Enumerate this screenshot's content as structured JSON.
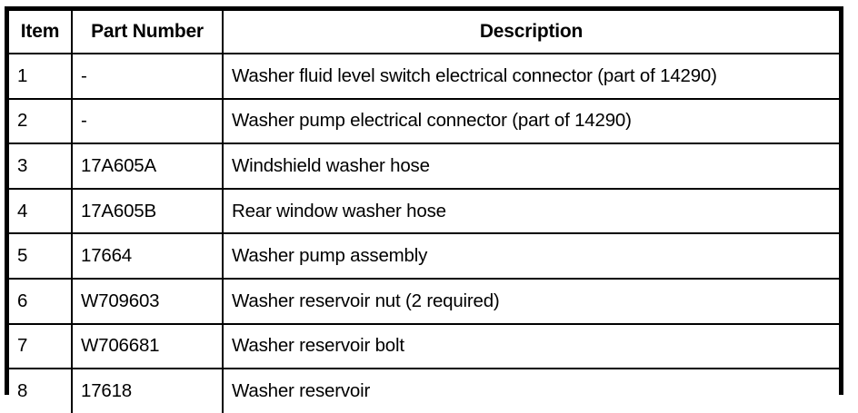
{
  "table": {
    "columns": [
      {
        "key": "item",
        "label": "Item",
        "align": "center"
      },
      {
        "key": "part_number",
        "label": "Part Number",
        "align": "center"
      },
      {
        "key": "description",
        "label": "Description",
        "align": "center"
      }
    ],
    "rows": [
      {
        "item": "1",
        "part_number": "-",
        "description": "Washer fluid level switch electrical connector (part of 14290)"
      },
      {
        "item": "2",
        "part_number": "-",
        "description": "Washer pump electrical connector (part of 14290)"
      },
      {
        "item": "3",
        "part_number": "17A605A",
        "description": "Windshield washer hose"
      },
      {
        "item": "4",
        "part_number": "17A605B",
        "description": "Rear window washer hose"
      },
      {
        "item": "5",
        "part_number": "17664",
        "description": "Washer pump assembly"
      },
      {
        "item": "6",
        "part_number": "W709603",
        "description": "Washer reservoir nut (2 required)"
      },
      {
        "item": "7",
        "part_number": "W706681",
        "description": "Washer reservoir bolt"
      },
      {
        "item": "8",
        "part_number": "17618",
        "description": "Washer reservoir"
      }
    ]
  },
  "colors": {
    "background": "#ffffff",
    "text": "#000000",
    "border": "#000000"
  }
}
